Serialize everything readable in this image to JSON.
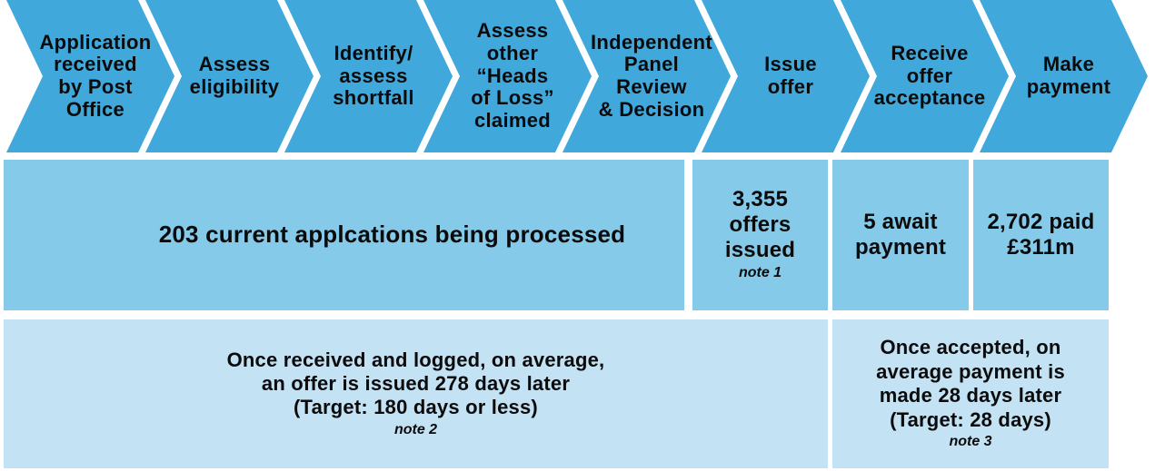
{
  "colors": {
    "chevron_blue": "#41a8dc",
    "stat_row_blue": "#85cae9",
    "timing_row_blue": "#c3e2f4",
    "text": "#0b0b0c",
    "gap_white": "#ffffff"
  },
  "steps": [
    {
      "label": "Application\nreceived\nby Post\nOffice"
    },
    {
      "label": "Assess\neligibility"
    },
    {
      "label": "Identify/\nassess\nshortfall"
    },
    {
      "label": "Assess\nother\n“Heads\nof Loss”\nclaimed"
    },
    {
      "label": "Independent\nPanel\nReview\n& Decision"
    },
    {
      "label": "Issue\noffer"
    },
    {
      "label": "Receive\noffer\nacceptance"
    },
    {
      "label": "Make\npayment"
    }
  ],
  "stats": {
    "processing": "203 current applcations being processed",
    "offers_issued": "3,355\noffers\nissued",
    "offers_issued_note": "note 1",
    "await_payment": "5 await\npayment",
    "paid": "2,702 paid\n£311m"
  },
  "timings": {
    "offer": {
      "text": "Once received and logged, on average,\nan offer is issued 278 days later\n(Target: 180 days or less)",
      "note": "note 2"
    },
    "payment": {
      "text": "Once accepted, on\naverage payment is\nmade 28 days later\n(Target: 28 days)",
      "note": "note 3"
    }
  }
}
